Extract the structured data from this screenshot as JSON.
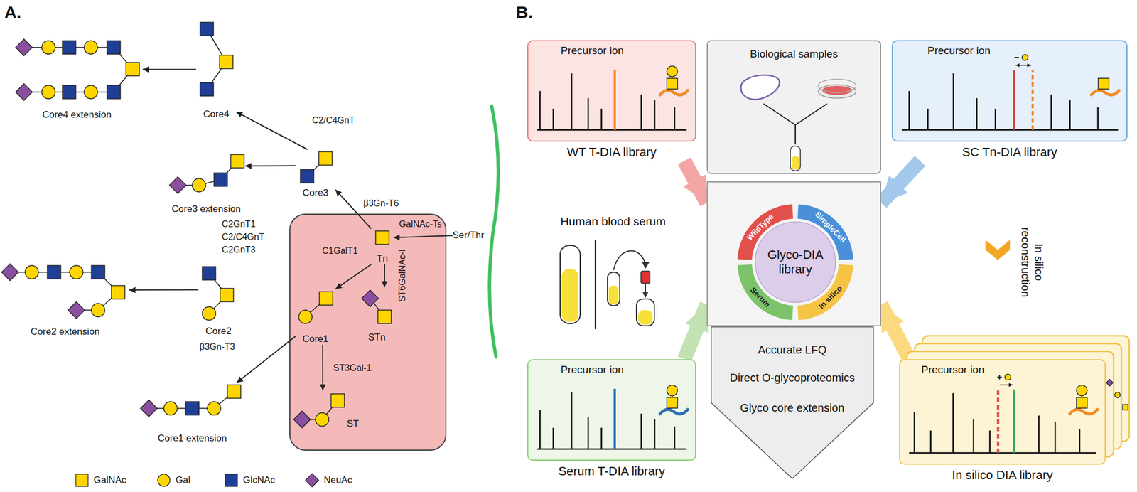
{
  "diagram": {
    "nodes": [
      {
        "text": [
          "Core4 extension"
        ]
      },
      {
        "text": [
          "Core4"
        ]
      },
      {
        "text": [
          "Core3 extension"
        ]
      },
      {
        "text": [
          "Core3"
        ]
      },
      {
        "text": [
          "Core2 extension"
        ]
      },
      {
        "text": [
          "Core2"
        ]
      },
      {
        "text": [
          "Core1 extension"
        ]
      },
      {
        "text": [
          "Tn"
        ]
      },
      {
        "text": [
          "Core1"
        ]
      },
      {
        "text": [
          "STn"
        ]
      },
      {
        "text": [
          "ST"
        ]
      },
      {
        "text": [
          "Ser/Thr"
        ]
      },
      {
        "text": [
          "Precursor ion",
          "WT T-DIA library"
        ]
      },
      {
        "text": [
          "Biological samples"
        ]
      },
      {
        "text": [
          "Precursor ion",
          "SC Tn-DIA library"
        ]
      },
      {
        "text": [
          "Glyco-DIA library"
        ]
      },
      {
        "text": [
          "WildType"
        ],
        "in": 15
      },
      {
        "text": [
          "SimpleCell"
        ],
        "in": 15
      },
      {
        "text": [
          "In silico"
        ],
        "in": 15
      },
      {
        "text": [
          "Serum"
        ],
        "in": 15
      },
      {
        "text": [
          "Accurate LFQ",
          "Direct O-glycoproteomics",
          "Glyco core extension"
        ]
      },
      {
        "text": [
          "Precursor ion",
          "Serum T-DIA library"
        ]
      },
      {
        "text": [
          "Precursor ion",
          "In silico DIA library"
        ]
      }
    ],
    "edges": [
      {
        "from": 1,
        "to": 0,
        "arrow": "to"
      },
      {
        "from": 3,
        "to": 1,
        "label": "C2/C4GnT",
        "arrow": "to"
      },
      {
        "from": 3,
        "to": 2,
        "arrow": "to"
      },
      {
        "from": 7,
        "to": 3,
        "label": "β3Gn-T6",
        "arrow": "to"
      },
      {
        "from": 5,
        "to": 4,
        "arrow": "to"
      },
      {
        "from": 8,
        "to": 6,
        "label": "β3Gn-T3",
        "arrow": "to"
      },
      {
        "from": 11,
        "to": 7,
        "label": "GalNAc-Ts",
        "arrow": "to"
      },
      {
        "from": 7,
        "to": 8,
        "label": "C1GalT1",
        "arrow": "to"
      },
      {
        "from": 7,
        "to": 9,
        "label": "ST6GalNAc-I",
        "arrow": "to"
      },
      {
        "from": 8,
        "to": 10,
        "label": "ST3Gal-1",
        "arrow": "to"
      },
      {
        "from": 12,
        "to": 15,
        "arrow": "to"
      },
      {
        "from": 14,
        "to": 15,
        "arrow": "to"
      },
      {
        "from": 21,
        "to": 15,
        "arrow": "to"
      },
      {
        "from": 22,
        "to": 15,
        "arrow": "to"
      }
    ],
    "labels": [
      "A.",
      "B.",
      "C2GnT1",
      "C2/C4GnT",
      "C2GnT3",
      "Human blood serum",
      "In silico reconstruction"
    ],
    "legend": [
      {
        "text": "GalNAc",
        "color": "#ffd500"
      },
      {
        "text": "Gal",
        "color": "#ffd500"
      },
      {
        "text": "GlcNAc",
        "color": "#1f3f96"
      },
      {
        "text": "NeuAc",
        "color": "#8b4fa0"
      }
    ]
  }
}
